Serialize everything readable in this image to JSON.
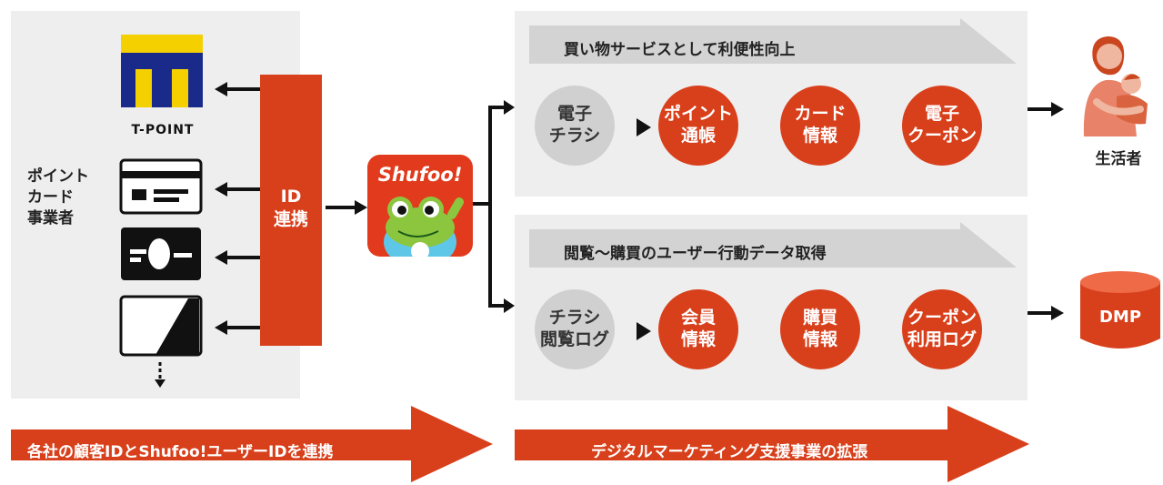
{
  "colors": {
    "accent": "#d8401c",
    "panel": "#eeeeee",
    "banner": "#d3d3d3",
    "grey_circle": "#d0d0d0",
    "dark": "#1a1a1a"
  },
  "left": {
    "tpoint_label": "T-POINT",
    "point_card_label": "ポイント\nカード\n事業者",
    "id_link_label": "ID\n連携",
    "card_icons": [
      "t-point-logo",
      "card-icon",
      "card-icon",
      "card-icon"
    ]
  },
  "app": {
    "name": "Shufoo!"
  },
  "top": {
    "banner": "買い物サービスとして利便性向上",
    "grey_circle": "電子\nチラシ",
    "circles": [
      "ポイント\n通帳",
      "カード\n情報",
      "電子\nクーポン"
    ],
    "target_label": "生活者"
  },
  "bottom": {
    "banner": "閲覧〜購買のユーザー行動データ取得",
    "grey_circle": "チラシ\n閲覧ログ",
    "circles": [
      "会員\n情報",
      "購買\n情報",
      "クーポン\n利用ログ"
    ],
    "target_label": "DMP"
  },
  "footer": {
    "left_arrow": "各社の顧客IDとShufoo!ユーザーIDを連携",
    "right_arrow": "デジタルマーケティング支援事業の拡張"
  }
}
